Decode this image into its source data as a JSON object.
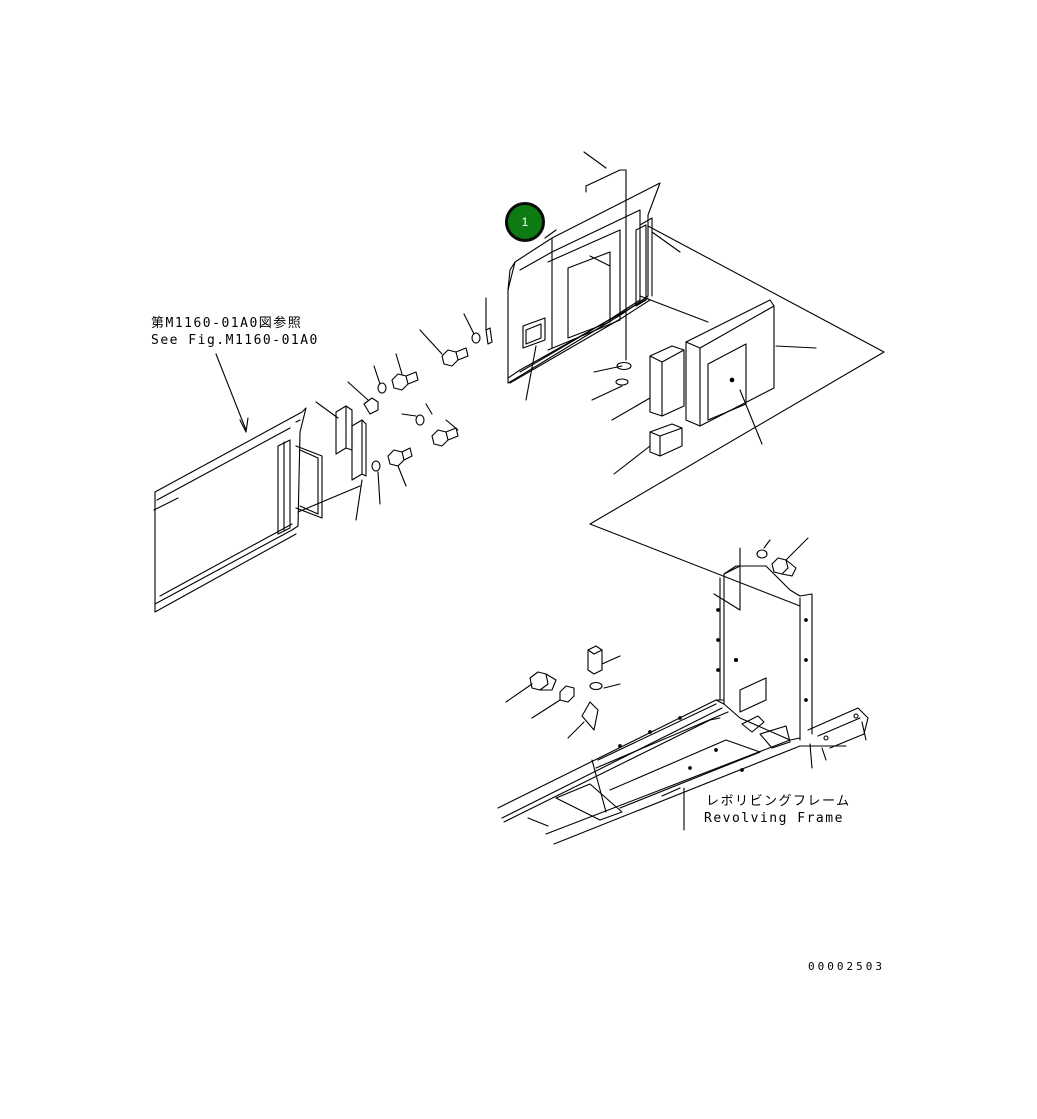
{
  "reference": {
    "jp": "第M1160-01A0図参照",
    "en": "See Fig.M1160-01A0"
  },
  "revolving_frame": {
    "jp": "レボリビングフレーム",
    "en": "Revolving Frame"
  },
  "callout": {
    "number": "1",
    "color": "#0e7a12"
  },
  "document_id": "00002503",
  "colors": {
    "line": "#000000",
    "background": "#ffffff"
  }
}
